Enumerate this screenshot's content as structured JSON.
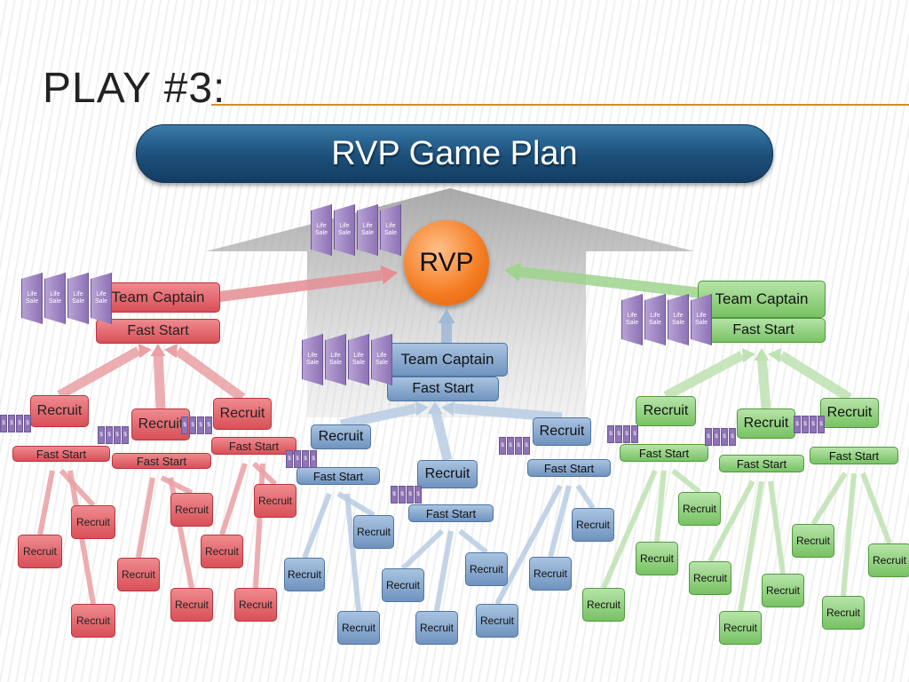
{
  "slide": {
    "title": "PLAY #3:",
    "banner": "RVP Game Plan"
  },
  "center": {
    "label": "RVP",
    "color": "#f47a1f"
  },
  "groups": {
    "left": {
      "captain": "Team Captain",
      "fast_start": "Fast Start",
      "color": "#d95058"
    },
    "middle": {
      "captain": "Team Captain",
      "fast_start": "Fast Start",
      "color": "#6f93bf"
    },
    "right": {
      "captain": "Team Captain",
      "fast_start": "Fast Start",
      "color": "#78c264"
    }
  },
  "labels": {
    "recruit": "Recruit",
    "fast_start": "Fast Start",
    "life_sale": "Life Sale",
    "dollar": "$"
  }
}
